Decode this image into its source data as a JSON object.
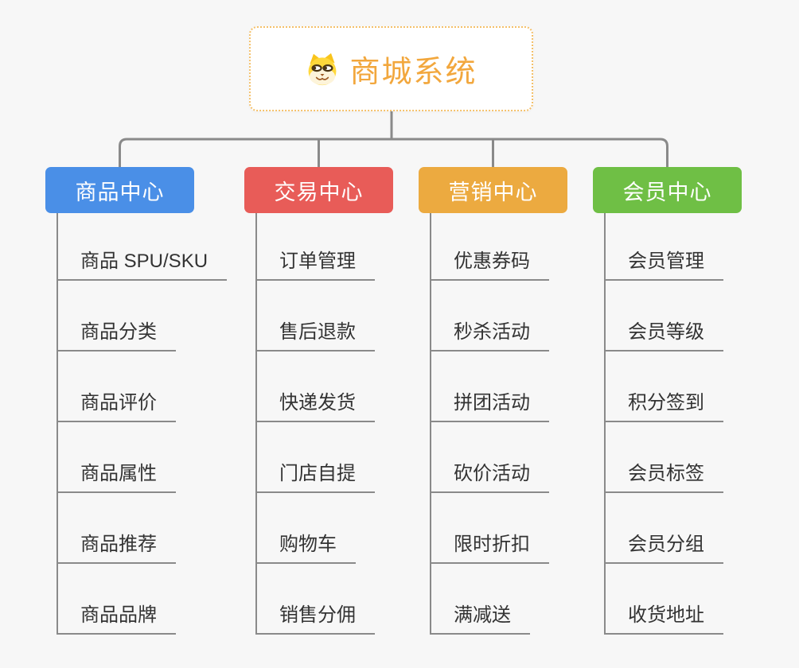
{
  "root": {
    "title": "商城系统",
    "icon": "doge-icon"
  },
  "branches": [
    {
      "title": "商品中心",
      "color": "#4a8fe7",
      "children": [
        "商品 SPU/SKU",
        "商品分类",
        "商品评价",
        "商品属性",
        "商品推荐",
        "商品品牌"
      ]
    },
    {
      "title": "交易中心",
      "color": "#e85c58",
      "children": [
        "订单管理",
        "售后退款",
        "快递发货",
        "门店自提",
        "购物车",
        "销售分佣"
      ]
    },
    {
      "title": "营销中心",
      "color": "#ecaa40",
      "children": [
        "优惠券码",
        "秒杀活动",
        "拼团活动",
        "砍价活动",
        "限时折扣",
        "满减送"
      ]
    },
    {
      "title": "会员中心",
      "color": "#6fbf45",
      "children": [
        "会员管理",
        "会员等级",
        "积分签到",
        "会员标签",
        "会员分组",
        "收货地址"
      ]
    }
  ],
  "colors": {
    "background": "#f7f7f7",
    "connector_line": "#8a8a8a",
    "child_text": "#333333",
    "root_text": "#f2a73d",
    "root_border": "#f4c06a"
  }
}
